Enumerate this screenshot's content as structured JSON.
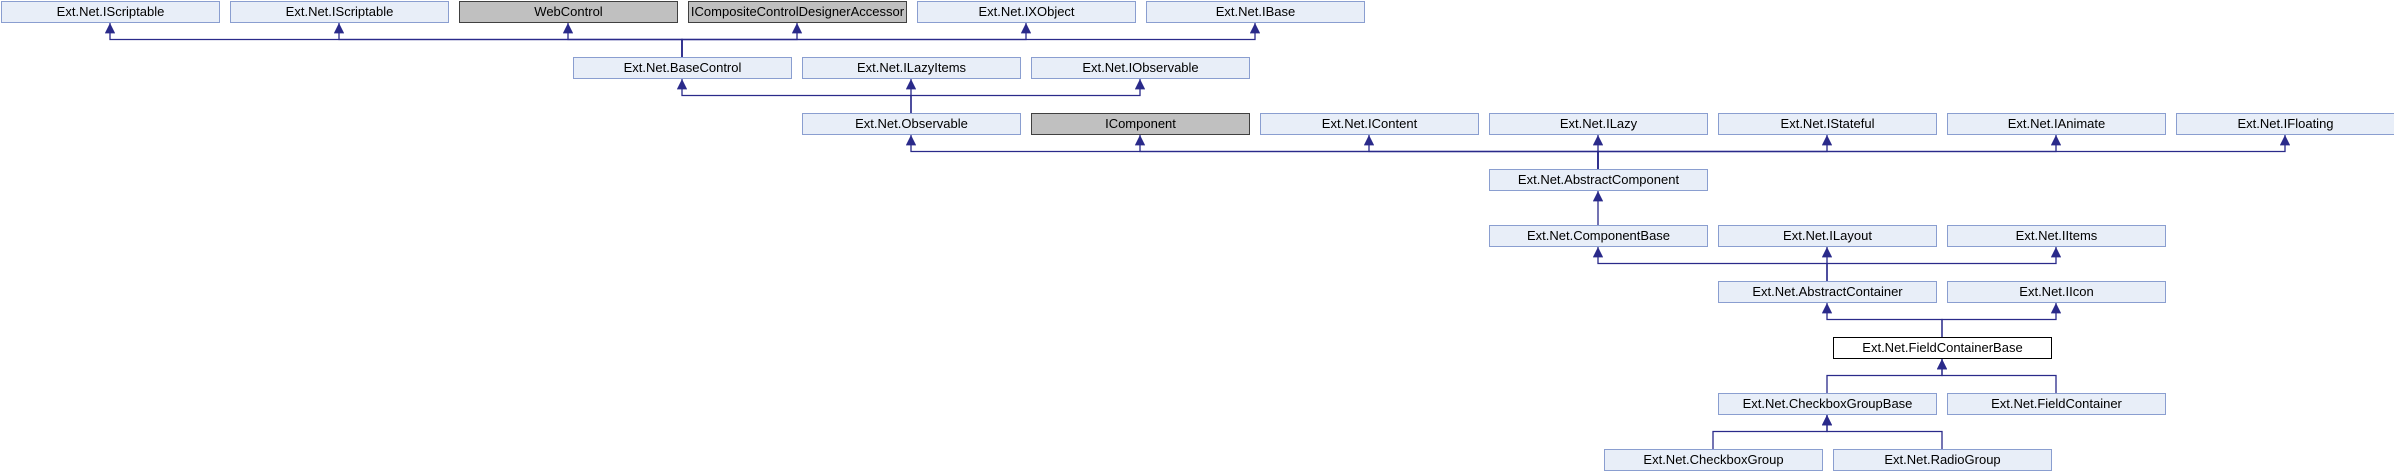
{
  "diagram": {
    "colors": {
      "node_fill": "#e8eef8",
      "node_border": "#8a9ed0",
      "external_fill": "#c0c0c0",
      "external_border": "#404040",
      "highlight_fill": "#ffffff",
      "highlight_border": "#000000",
      "edge": "#2a2a8a",
      "text": "#000000"
    },
    "nodes": [
      {
        "id": "iscriptable-1",
        "label": "Ext.Net.IScriptable",
        "style": "normal"
      },
      {
        "id": "iscriptable-2",
        "label": "Ext.Net.IScriptable",
        "style": "normal"
      },
      {
        "id": "webcontrol",
        "label": "WebControl",
        "style": "external"
      },
      {
        "id": "icompositecontroldesigneraccessor",
        "label": "ICompositeControlDesignerAccessor",
        "style": "external"
      },
      {
        "id": "ixobject",
        "label": "Ext.Net.IXObject",
        "style": "normal"
      },
      {
        "id": "ibase",
        "label": "Ext.Net.IBase",
        "style": "normal"
      },
      {
        "id": "basecontrol",
        "label": "Ext.Net.BaseControl",
        "style": "normal"
      },
      {
        "id": "ilazyitems",
        "label": "Ext.Net.ILazyItems",
        "style": "normal"
      },
      {
        "id": "iobservable",
        "label": "Ext.Net.IObservable",
        "style": "normal"
      },
      {
        "id": "observable",
        "label": "Ext.Net.Observable",
        "style": "normal"
      },
      {
        "id": "icomponent",
        "label": "IComponent",
        "style": "external"
      },
      {
        "id": "icontent",
        "label": "Ext.Net.IContent",
        "style": "normal"
      },
      {
        "id": "ilazy",
        "label": "Ext.Net.ILazy",
        "style": "normal"
      },
      {
        "id": "istateful",
        "label": "Ext.Net.IStateful",
        "style": "normal"
      },
      {
        "id": "ianimate",
        "label": "Ext.Net.IAnimate",
        "style": "normal"
      },
      {
        "id": "ifloating",
        "label": "Ext.Net.IFloating",
        "style": "normal"
      },
      {
        "id": "abstractcomponent",
        "label": "Ext.Net.AbstractComponent",
        "style": "normal"
      },
      {
        "id": "componentbase",
        "label": "Ext.Net.ComponentBase",
        "style": "normal"
      },
      {
        "id": "ilayout",
        "label": "Ext.Net.ILayout",
        "style": "normal"
      },
      {
        "id": "iitems",
        "label": "Ext.Net.IItems",
        "style": "normal"
      },
      {
        "id": "abstractcontainer",
        "label": "Ext.Net.AbstractContainer",
        "style": "normal"
      },
      {
        "id": "iicon",
        "label": "Ext.Net.IIcon",
        "style": "normal"
      },
      {
        "id": "fieldcontainerbase",
        "label": "Ext.Net.FieldContainerBase",
        "style": "highlight"
      },
      {
        "id": "checkboxgroupbase",
        "label": "Ext.Net.CheckboxGroupBase",
        "style": "normal"
      },
      {
        "id": "fieldcontainer",
        "label": "Ext.Net.FieldContainer",
        "style": "normal"
      },
      {
        "id": "checkboxgroup",
        "label": "Ext.Net.CheckboxGroup",
        "style": "normal"
      },
      {
        "id": "radiogroup",
        "label": "Ext.Net.RadioGroup",
        "style": "normal"
      }
    ],
    "edges": [
      {
        "from": "basecontrol",
        "to": "iscriptable-1"
      },
      {
        "from": "basecontrol",
        "to": "iscriptable-2"
      },
      {
        "from": "basecontrol",
        "to": "webcontrol"
      },
      {
        "from": "basecontrol",
        "to": "icompositecontroldesigneraccessor"
      },
      {
        "from": "basecontrol",
        "to": "ixobject"
      },
      {
        "from": "basecontrol",
        "to": "ibase"
      },
      {
        "from": "observable",
        "to": "basecontrol"
      },
      {
        "from": "observable",
        "to": "ilazyitems"
      },
      {
        "from": "observable",
        "to": "iobservable"
      },
      {
        "from": "abstractcomponent",
        "to": "observable"
      },
      {
        "from": "abstractcomponent",
        "to": "icomponent"
      },
      {
        "from": "abstractcomponent",
        "to": "icontent"
      },
      {
        "from": "abstractcomponent",
        "to": "ilazy"
      },
      {
        "from": "abstractcomponent",
        "to": "istateful"
      },
      {
        "from": "abstractcomponent",
        "to": "ianimate"
      },
      {
        "from": "abstractcomponent",
        "to": "ifloating"
      },
      {
        "from": "componentbase",
        "to": "abstractcomponent"
      },
      {
        "from": "abstractcontainer",
        "to": "componentbase"
      },
      {
        "from": "abstractcontainer",
        "to": "ilayout"
      },
      {
        "from": "abstractcontainer",
        "to": "iitems"
      },
      {
        "from": "fieldcontainerbase",
        "to": "abstractcontainer"
      },
      {
        "from": "fieldcontainerbase",
        "to": "iicon"
      },
      {
        "from": "checkboxgroupbase",
        "to": "fieldcontainerbase"
      },
      {
        "from": "fieldcontainer",
        "to": "fieldcontainerbase"
      },
      {
        "from": "checkboxgroup",
        "to": "checkboxgroupbase"
      },
      {
        "from": "radiogroup",
        "to": "checkboxgroupbase"
      }
    ]
  }
}
